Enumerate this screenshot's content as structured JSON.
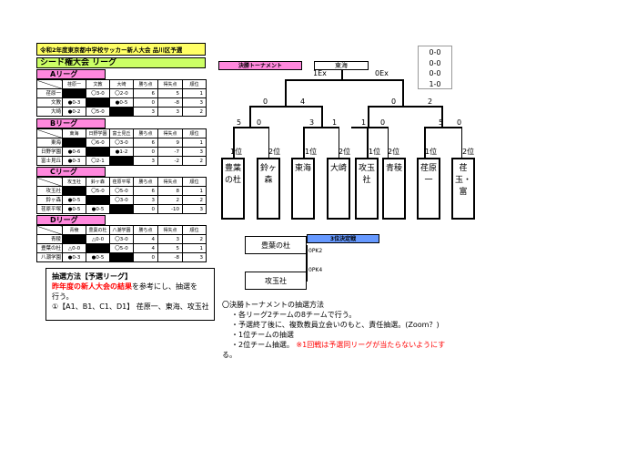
{
  "title": "令和2年度東京都中学校サッカー新人大会 品川区予選",
  "seed_header": "シード権大会 リーグ",
  "leagues": [
    {
      "name": "Aリーグ",
      "columns": [
        "",
        "荏原一",
        "文教",
        "大崎",
        "勝ち点",
        "得失点",
        "順位"
      ],
      "rows": [
        {
          "team": "荏原一",
          "results": [
            "",
            "〇3-0",
            "〇2-0"
          ],
          "points": "6",
          "gd": "5",
          "rank": "1"
        },
        {
          "team": "文教",
          "results": [
            "●0-3",
            "",
            "●0-5"
          ],
          "points": "0",
          "gd": "-8",
          "rank": "3"
        },
        {
          "team": "大崎",
          "results": [
            "●0-2",
            "〇5-0",
            ""
          ],
          "points": "3",
          "gd": "3",
          "rank": "2"
        }
      ]
    },
    {
      "name": "Bリーグ",
      "columns": [
        "",
        "東海",
        "日野学園",
        "富士見丘",
        "勝ち点",
        "得失点",
        "順位"
      ],
      "rows": [
        {
          "team": "東海",
          "results": [
            "",
            "〇6-0",
            "〇3-0"
          ],
          "points": "6",
          "gd": "9",
          "rank": "1"
        },
        {
          "team": "日野学園",
          "results": [
            "●0-6",
            "",
            "●1-2"
          ],
          "points": "0",
          "gd": "-7",
          "rank": "3"
        },
        {
          "team": "富士見丘",
          "results": [
            "●0-3",
            "〇2-1",
            ""
          ],
          "points": "3",
          "gd": "-2",
          "rank": "2"
        }
      ]
    },
    {
      "name": "Cリーグ",
      "columns": [
        "",
        "攻玉社",
        "鈴ヶ森",
        "荏原平塚",
        "勝ち点",
        "得失点",
        "順位"
      ],
      "rows": [
        {
          "team": "攻玉社",
          "results": [
            "",
            "〇5-0",
            "〇5-0"
          ],
          "points": "6",
          "gd": "8",
          "rank": "1"
        },
        {
          "team": "鈴ヶ森",
          "results": [
            "●0-5",
            "",
            "〇3-0"
          ],
          "points": "3",
          "gd": "2",
          "rank": "2"
        },
        {
          "team": "荏原平塚",
          "results": [
            "●0-5",
            "●0-5",
            ""
          ],
          "points": "0",
          "gd": "-10",
          "rank": "3"
        }
      ]
    },
    {
      "name": "Dリーグ",
      "columns": [
        "",
        "青稜",
        "豊葉の杜",
        "八潮学園",
        "勝ち点",
        "得失点",
        "順位"
      ],
      "rows": [
        {
          "team": "青稜",
          "results": [
            "",
            "△0-0",
            "〇3-0"
          ],
          "points": "4",
          "gd": "3",
          "rank": "2"
        },
        {
          "team": "豊葉の杜",
          "results": [
            "△0-0",
            "",
            "〇5-0"
          ],
          "points": "4",
          "gd": "5",
          "rank": "1"
        },
        {
          "team": "八潮学園",
          "results": [
            "●0-3",
            "●0-5",
            ""
          ],
          "points": "0",
          "gd": "-8",
          "rank": "3"
        }
      ]
    }
  ],
  "bracket": {
    "final_label": "決勝トーナメント",
    "champion": "東海",
    "final_scores": {
      "left": "1Ex",
      "right": "0Ex"
    },
    "score_box": [
      "0-0",
      "0-0",
      "0-0",
      "1-0"
    ],
    "semi_scores": [
      "0",
      "4",
      "0",
      "2"
    ],
    "qf_scores": [
      "5",
      "0",
      "3",
      "1",
      "1",
      "0",
      "5",
      "0"
    ],
    "teams": [
      {
        "seed": "1位",
        "name": "豊葉の杜"
      },
      {
        "seed": "2位",
        "name": "鈴ヶ森"
      },
      {
        "seed": "",
        "name": "東海"
      },
      {
        "seed": "2位",
        "name": "大崎"
      },
      {
        "seed": "1位",
        "name": "攻玉社"
      },
      {
        "seed": "2位",
        "name": "青稜"
      },
      {
        "seed": "1位",
        "name": "荏原一"
      },
      {
        "seed": "2位",
        "name": "荏玉・富"
      }
    ],
    "b_seed_1": "1位",
    "third_label": "3位決定戦",
    "third_teams": [
      "豊葉の杜",
      "攻玉社"
    ],
    "third_scores": [
      "0PK2",
      "0PK4"
    ]
  },
  "method": {
    "header": "抽選方法【予選リーグ】",
    "red_text": "昨年度の新人大会の結果",
    "text1": "を参考にし、抽選を",
    "text2": "行う。",
    "text3": "①【A1、B1、C1、D1】 荏原一、東海、攻玉社、"
  },
  "notes": {
    "line1": "〇決勝トーナメントの抽選方法",
    "line2": "・各リーグ2チームの8チームで行う。",
    "line3": "・予選終了後に、複数教員立会いのもと、責任抽選。(Zoom？)",
    "line4": "・1位チームの抽選",
    "line5": "・2位チーム抽選。",
    "line5_red": "※1回戦は予選同リーグが当たらないようにす",
    "line6": "る。"
  }
}
